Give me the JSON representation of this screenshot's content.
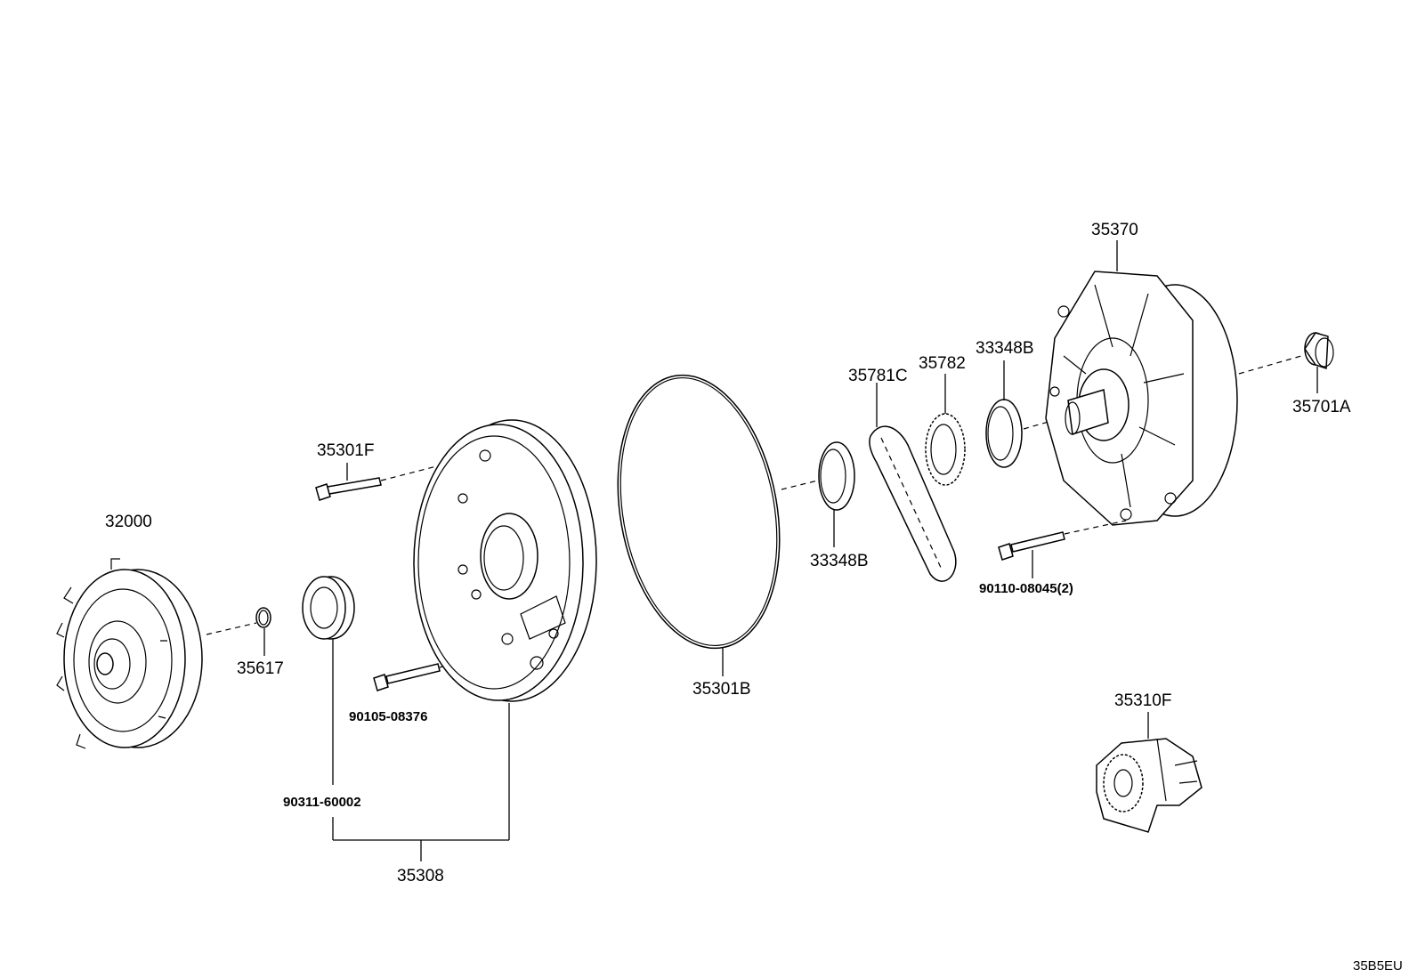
{
  "diagram": {
    "code": "35B5EU",
    "callouts": {
      "c32000": "32000",
      "c35617": "35617",
      "c90311": "90311-60002",
      "c35301F": "35301F",
      "c90105": "90105-08376",
      "c35308": "35308",
      "c35301B": "35301B",
      "c33348B_lower": "33348B",
      "c35781C": "35781C",
      "c35782": "35782",
      "c33348B_upper": "33348B",
      "c35370": "35370",
      "c35701A": "35701A",
      "c90110": "90110-08045(2)",
      "c35310F": "35310F"
    }
  }
}
